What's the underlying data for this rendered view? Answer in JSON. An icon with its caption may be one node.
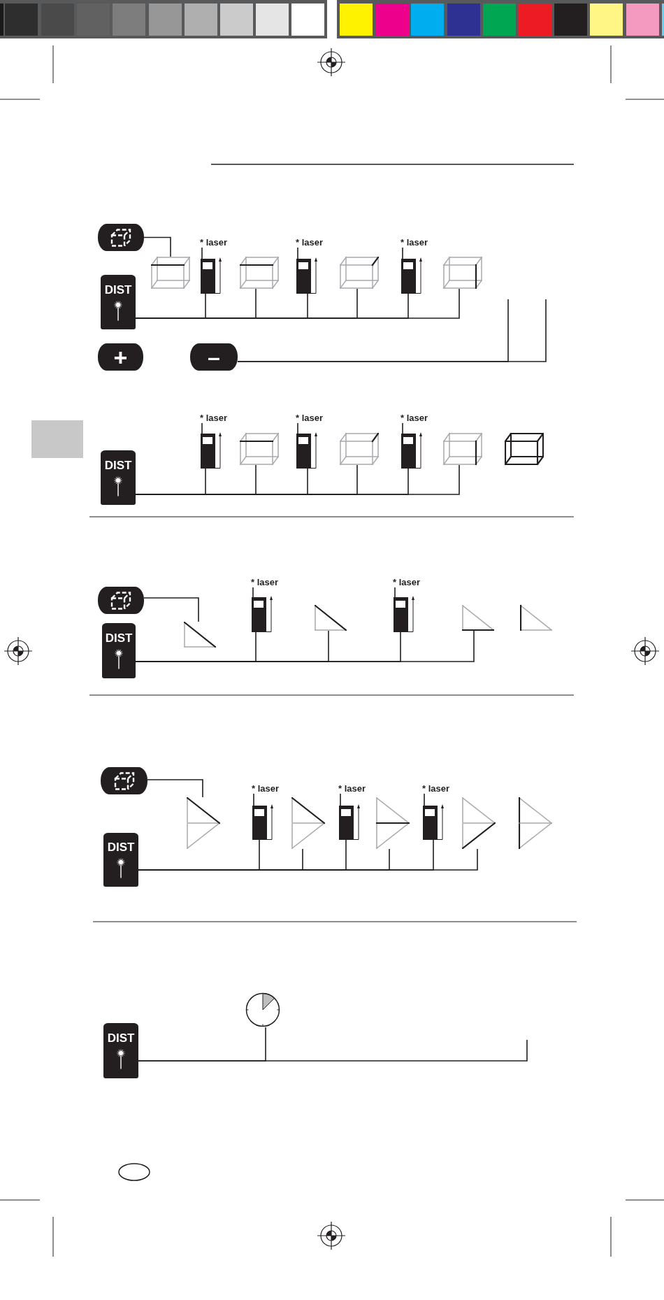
{
  "diagram": {
    "nodes": [
      {
        "text": [],
        "shape": "box"
      },
      {
        "text": [],
        "shape": "picture"
      },
      {
        "text": [
          "* laser"
        ]
      },
      {
        "text": [],
        "shape": "picture"
      },
      {
        "text": [],
        "shape": "picture"
      },
      {
        "text": [
          "* laser"
        ]
      },
      {
        "text": [],
        "shape": "picture"
      },
      {
        "text": [],
        "shape": "picture"
      },
      {
        "text": [
          "* laser"
        ]
      },
      {
        "text": [],
        "shape": "picture"
      },
      {
        "text": [],
        "shape": "picture"
      },
      {
        "text": [
          "DIST"
        ]
      },
      {
        "text": [
          "+"
        ]
      },
      {
        "text": [
          "–"
        ]
      },
      {
        "text": [
          "* laser"
        ]
      },
      {
        "text": [],
        "shape": "picture"
      },
      {
        "text": [],
        "shape": "picture"
      },
      {
        "text": [
          "* laser"
        ]
      },
      {
        "text": [],
        "shape": "picture"
      },
      {
        "text": [],
        "shape": "picture"
      },
      {
        "text": [
          "* laser"
        ]
      },
      {
        "text": [],
        "shape": "picture"
      },
      {
        "text": [],
        "shape": "picture"
      },
      {
        "text": [],
        "shape": "picture"
      },
      {
        "text": [
          "DIST"
        ]
      },
      {
        "text": [],
        "shape": "box"
      },
      {
        "text": [],
        "shape": "picture"
      },
      {
        "text": [
          "* laser"
        ]
      },
      {
        "text": [],
        "shape": "picture"
      },
      {
        "text": [],
        "shape": "picture"
      },
      {
        "text": [
          "* laser"
        ]
      },
      {
        "text": [],
        "shape": "picture"
      },
      {
        "text": [],
        "shape": "picture"
      },
      {
        "text": [],
        "shape": "picture"
      },
      {
        "text": [
          "DIST"
        ]
      },
      {
        "text": [],
        "shape": "box"
      },
      {
        "text": [],
        "shape": "picture"
      },
      {
        "text": [
          "* laser"
        ]
      },
      {
        "text": [],
        "shape": "picture"
      },
      {
        "text": [],
        "shape": "picture"
      },
      {
        "text": [
          "* laser"
        ]
      },
      {
        "text": [],
        "shape": "picture"
      },
      {
        "text": [],
        "shape": "picture"
      },
      {
        "text": [
          "* laser"
        ]
      },
      {
        "text": [],
        "shape": "picture"
      },
      {
        "text": [],
        "shape": "picture"
      },
      {
        "text": [],
        "shape": "picture"
      },
      {
        "text": [
          "DIST"
        ]
      },
      {
        "text": [],
        "shape": "picture"
      },
      {
        "text": [
          "DIST"
        ]
      },
      {
        "text": [],
        "shape": "box"
      }
    ],
    "edges": [
      {
        "from": 0,
        "to": 1,
        "arrow": "none"
      },
      {
        "from": 2,
        "to": 3,
        "arrow": "none"
      },
      {
        "from": 5,
        "to": 6,
        "arrow": "none"
      },
      {
        "from": 8,
        "to": 9,
        "arrow": "none"
      },
      {
        "from": 11,
        "to": 3,
        "arrow": "none"
      },
      {
        "from": 11,
        "to": 4,
        "arrow": "none"
      },
      {
        "from": 11,
        "to": 6,
        "arrow": "none"
      },
      {
        "from": 11,
        "to": 7,
        "arrow": "none"
      },
      {
        "from": 11,
        "to": 9,
        "arrow": "none"
      },
      {
        "from": 11,
        "to": 10,
        "arrow": "none"
      },
      {
        "from": 13,
        "to": null,
        "arrow": "none"
      },
      {
        "from": 13,
        "to": null,
        "arrow": "none"
      },
      {
        "from": 14,
        "to": 15,
        "arrow": "none"
      },
      {
        "from": 17,
        "to": 18,
        "arrow": "none"
      },
      {
        "from": 20,
        "to": 21,
        "arrow": "none"
      },
      {
        "from": 24,
        "to": 15,
        "arrow": "none"
      },
      {
        "from": 24,
        "to": 16,
        "arrow": "none"
      },
      {
        "from": 24,
        "to": 18,
        "arrow": "none"
      },
      {
        "from": 24,
        "to": 19,
        "arrow": "none"
      },
      {
        "from": 24,
        "to": 21,
        "arrow": "none"
      },
      {
        "from": 24,
        "to": 22,
        "arrow": "none"
      },
      {
        "from": 25,
        "to": 26,
        "arrow": "none"
      },
      {
        "from": 27,
        "to": 28,
        "arrow": "none"
      },
      {
        "from": 30,
        "to": 31,
        "arrow": "none"
      },
      {
        "from": 34,
        "to": 28,
        "arrow": "none"
      },
      {
        "from": 34,
        "to": 29,
        "arrow": "none"
      },
      {
        "from": 34,
        "to": 31,
        "arrow": "none"
      },
      {
        "from": 34,
        "to": 32,
        "arrow": "none"
      },
      {
        "from": 35,
        "to": 36,
        "arrow": "none"
      },
      {
        "from": 37,
        "to": 38,
        "arrow": "none"
      },
      {
        "from": 40,
        "to": 41,
        "arrow": "none"
      },
      {
        "from": 43,
        "to": 44,
        "arrow": "none"
      },
      {
        "from": 47,
        "to": 38,
        "arrow": "none"
      },
      {
        "from": 47,
        "to": 39,
        "arrow": "none"
      },
      {
        "from": 47,
        "to": 41,
        "arrow": "none"
      },
      {
        "from": 47,
        "to": 42,
        "arrow": "none"
      },
      {
        "from": 47,
        "to": 44,
        "arrow": "none"
      },
      {
        "from": 47,
        "to": 45,
        "arrow": "none"
      },
      {
        "from": 49,
        "to": 48,
        "arrow": "none"
      },
      {
        "from": 49,
        "to": null,
        "arrow": "none"
      }
    ]
  }
}
